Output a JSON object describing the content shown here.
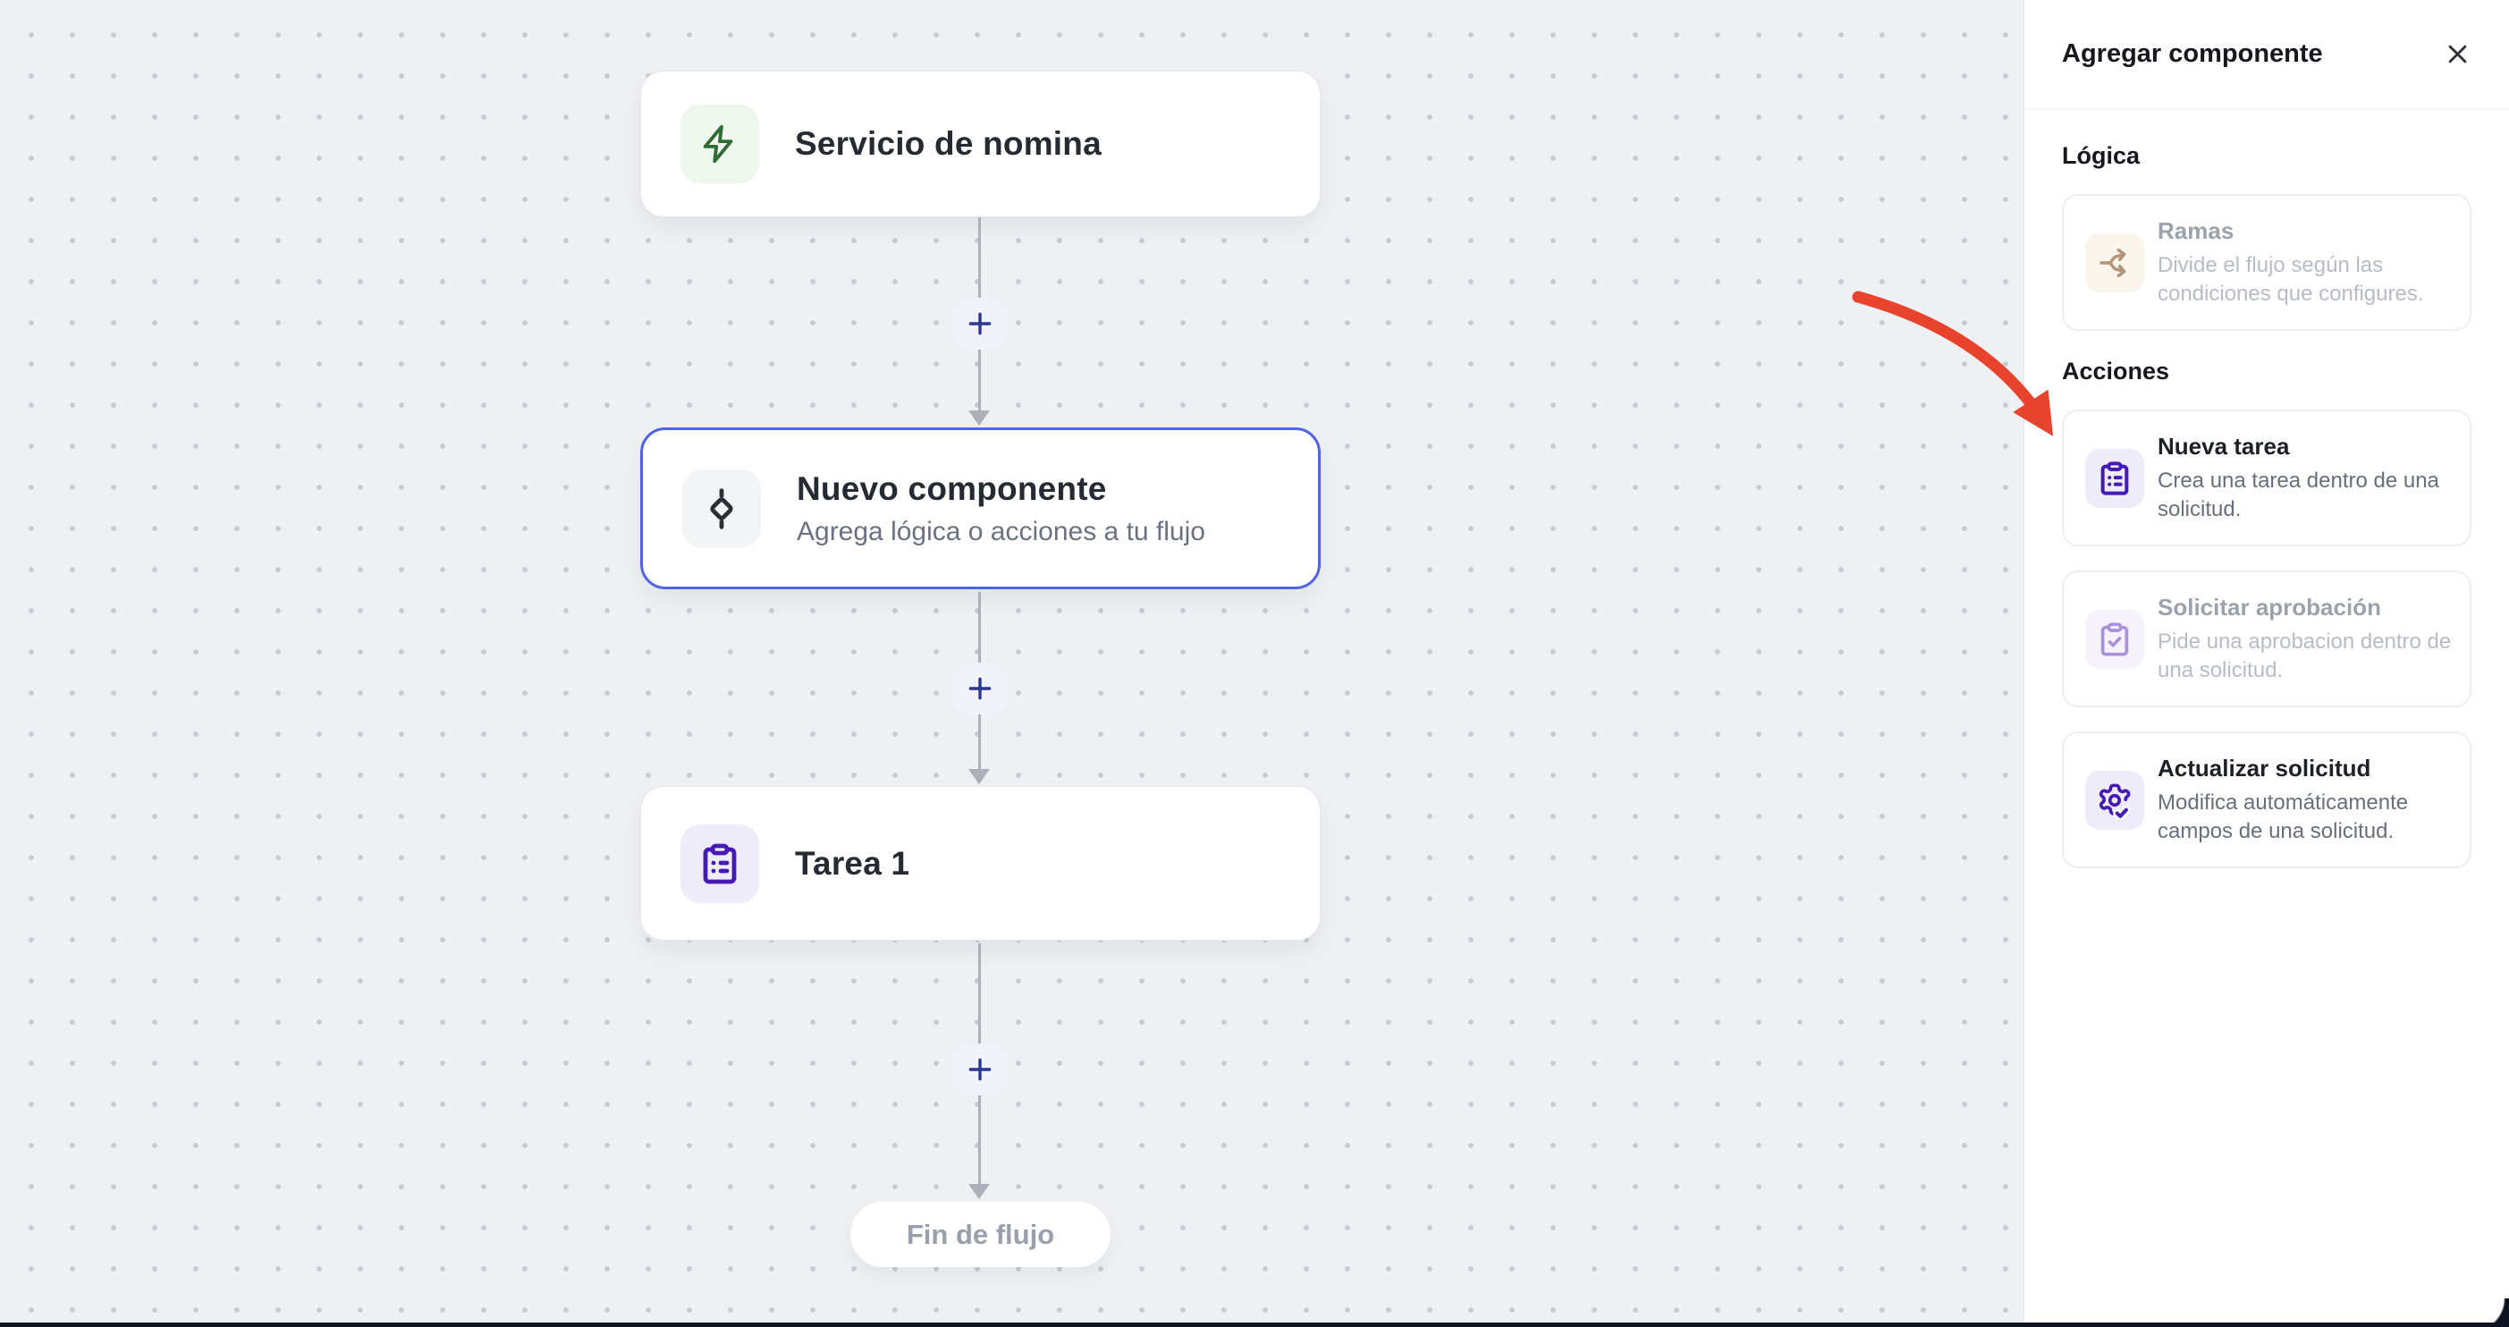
{
  "canvas": {
    "nodes": [
      {
        "id": "trigger",
        "title": "Servicio de nomina",
        "icon": "zap-icon",
        "icon_color": "#2F6B33",
        "icon_bg": "#EDF7EE"
      },
      {
        "id": "new-component",
        "title": "Nuevo componente",
        "subtitle": "Agrega lógica o acciones a tu flujo",
        "icon": "logic-diamond-icon",
        "icon_color": "#2A2E35",
        "icon_bg": "#F3F4F6",
        "selected": true
      },
      {
        "id": "task-1",
        "title": "Tarea 1",
        "icon": "clipboard-list-icon",
        "icon_color": "#4519B4",
        "icon_bg": "#EFECFA"
      }
    ],
    "end_label": "Fin de flujo",
    "connector_color": "#ADB0B9",
    "plus_icon": "plus-icon",
    "plus_color": "#2C3690",
    "selected_border_color": "#5063E2"
  },
  "panel": {
    "title": "Agregar componente",
    "close_icon": "close-icon",
    "sections": [
      {
        "heading": "Lógica",
        "items": [
          {
            "title": "Ramas",
            "description": "Divide el flujo según las condiciones que configures.",
            "disabled": true,
            "icon": "split-branch-icon",
            "icon_color": "#B2947A",
            "icon_bg": "#FAF5EA"
          }
        ]
      },
      {
        "heading": "Acciones",
        "items": [
          {
            "title": "Nueva tarea",
            "description": "Crea una tarea dentro de una solicitud.",
            "disabled": false,
            "icon": "clipboard-list-icon",
            "icon_color": "#4519B4",
            "icon_bg": "#EFECFA"
          },
          {
            "title": "Solicitar aprobación",
            "description": "Pide una aprobacion dentro de una solicitud.",
            "disabled": true,
            "icon": "clipboard-check-icon",
            "icon_color": "#A98FDC",
            "icon_bg": "#F5F2FC"
          },
          {
            "title": "Actualizar solicitud",
            "description": "Modifica automáticamente campos de una solicitud.",
            "disabled": false,
            "icon": "gear-check-icon",
            "icon_color": "#4519B4",
            "icon_bg": "#EFECFA"
          }
        ]
      }
    ]
  },
  "annotation": {
    "type": "red-arrow",
    "color": "#E8432C",
    "points_to": "Nueva tarea"
  }
}
